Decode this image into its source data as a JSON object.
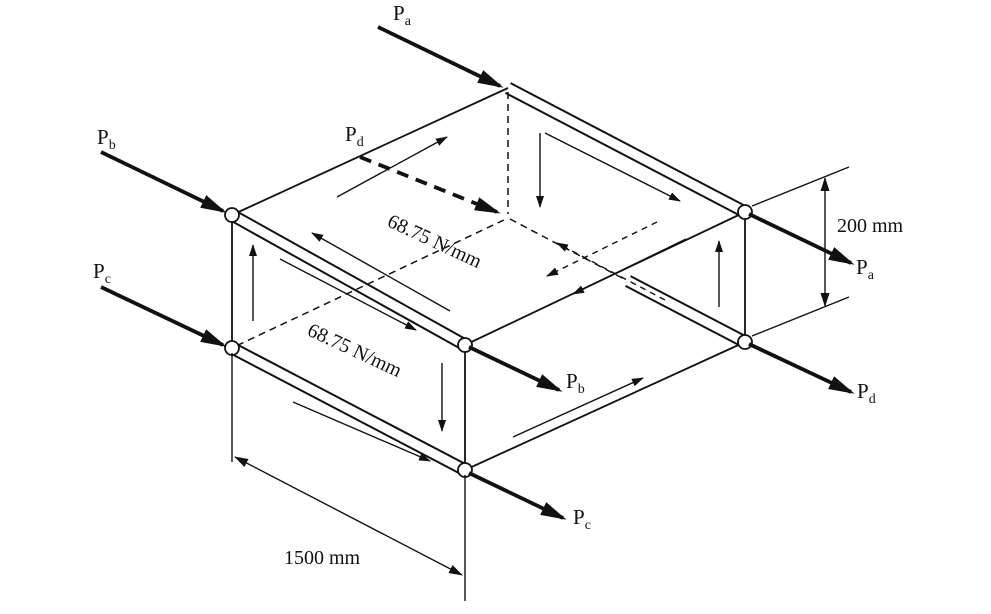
{
  "figure": {
    "forces": {
      "a": {
        "symbol": "P",
        "sub": "a"
      },
      "b": {
        "symbol": "P",
        "sub": "b"
      },
      "c": {
        "symbol": "P",
        "sub": "c"
      },
      "d": {
        "symbol": "P",
        "sub": "d"
      }
    },
    "shear_flows": {
      "top": "68.75 N/mm",
      "front": "68.75 N/mm"
    },
    "dimensions": {
      "height": "200 mm",
      "length": "1500 mm"
    }
  }
}
